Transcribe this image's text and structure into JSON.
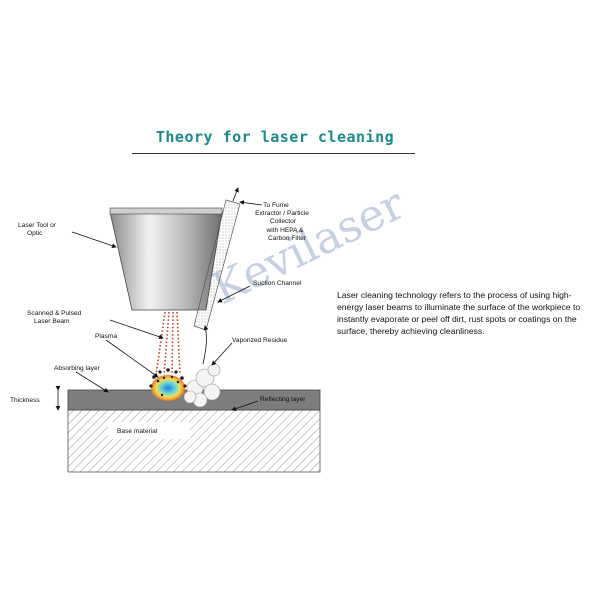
{
  "title": "Theory for laser cleaning",
  "watermark": "Kevilaser",
  "description": "Laser cleaning technology refers to the process of using high-energy laser beams to illuminate the surface of the workpiece to instantly evaporate or peel off dirt, rust spots or coatings on the surface, thereby achieving cleanliness.",
  "labels": {
    "laser_tool_1": "Laser Tool or",
    "laser_tool_2": "Optic",
    "fume_1": "To Fume",
    "fume_2": "Extractor / Particle",
    "fume_3": "Collector",
    "fume_4": "with HEPA &",
    "fume_5": "Carbon Filter",
    "suction": "Suction Channel",
    "scanned_1": "Scanned & Pulsed",
    "scanned_2": "Laser Beam",
    "plasma": "Plasma",
    "vaporized": "Vaporized Residue",
    "absorbing": "Absorbing layer",
    "thickness": "Thickness",
    "reflecting": "Reflecting layer",
    "base": "Base material"
  },
  "colors": {
    "title": "#1a8a8c",
    "watermark": "#8fa0c6",
    "beam": "#c0392b"
  }
}
